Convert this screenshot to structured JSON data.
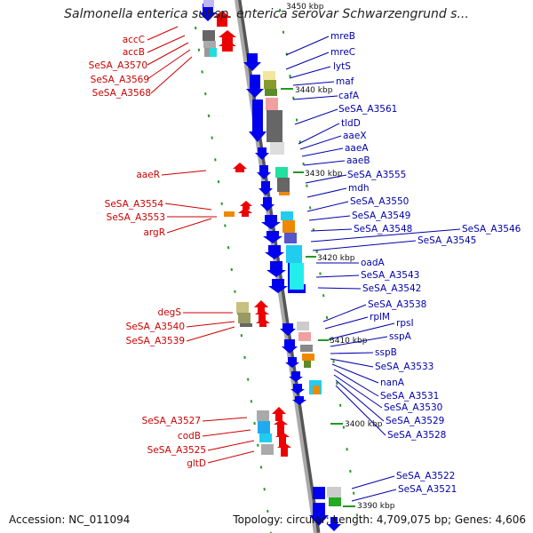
{
  "title": "Salmonella enterica subsp. enterica serovar Schwarzengrund s...",
  "accession": "Accession: NC_011094",
  "topology": "Topology: circular; Length: 4,709,075 bp; Genes: 4,606",
  "ticks": [
    {
      "label": "3450 kbp"
    },
    {
      "label": "3440 kbp"
    },
    {
      "label": "3430 kbp"
    },
    {
      "label": "3420 kbp"
    },
    {
      "label": "3410 kbp"
    },
    {
      "label": "3400 kbp"
    },
    {
      "label": "3390 kbp"
    }
  ],
  "left_labels": [
    "accC",
    "accB",
    "SeSA_A3570",
    "SeSA_A3569",
    "SeSA_A3568",
    "aaeR",
    "SeSA_A3554",
    "SeSA_A3553",
    "argR",
    "degS",
    "SeSA_A3540",
    "SeSA_A3539",
    "SeSA_A3527",
    "codB",
    "SeSA_A3525",
    "gltD"
  ],
  "right_labels": [
    "mreB",
    "mreC",
    "lytS",
    "maf",
    "cafA",
    "SeSA_A3561",
    "tldD",
    "aaeX",
    "aaeA",
    "aaeB",
    "SeSA_A3555",
    "mdh",
    "SeSA_A3550",
    "SeSA_A3549",
    "SeSA_A3548",
    "SeSA_A3546",
    "SeSA_A3545",
    "oadA",
    "SeSA_A3543",
    "SeSA_A3542",
    "SeSA_A3538",
    "rplM",
    "rpsI",
    "sspA",
    "sspB",
    "SeSA_A3533",
    "nanA",
    "SeSA_A3531",
    "SeSA_A3530",
    "SeSA_A3529",
    "SeSA_A3528",
    "SeSA_A3522",
    "SeSA_A3521"
  ],
  "colors": {
    "left_label": "#cc0000",
    "right_label": "#0000aa",
    "forward": "#0000ee",
    "reverse": "#ee0000",
    "backbone": "#888888",
    "tick": "#229922"
  }
}
